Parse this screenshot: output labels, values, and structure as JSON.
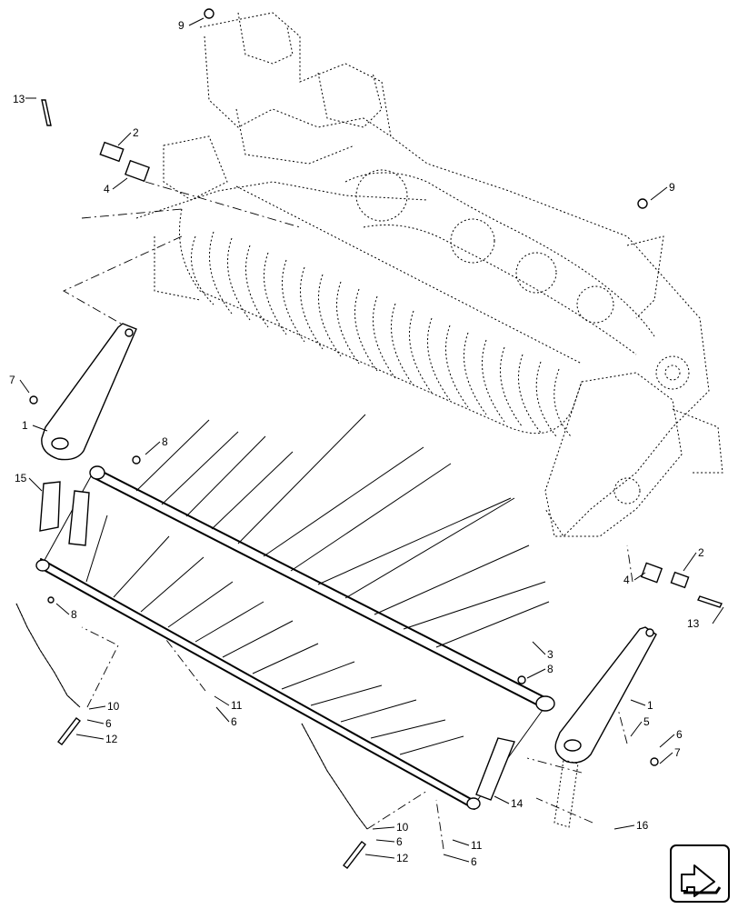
{
  "callouts": {
    "c1a": "1",
    "c1b": "1",
    "c2a": "2",
    "c2b": "2",
    "c3": "3",
    "c4a": "4",
    "c4b": "4",
    "c5": "5",
    "c6a": "6",
    "c6b": "6",
    "c6c": "6",
    "c6d": "6",
    "c7a": "7",
    "c7b": "7",
    "c8a": "8",
    "c8b": "8",
    "c8c": "8",
    "c9a": "9",
    "c9b": "9",
    "c10a": "10",
    "c10b": "10",
    "c11a": "11",
    "c11b": "11",
    "c12a": "12",
    "c12b": "12",
    "c13a": "13",
    "c13b": "13",
    "c14": "14",
    "c15": "15",
    "c16": "16"
  },
  "icons": {
    "navigation": "arrow-icon"
  }
}
